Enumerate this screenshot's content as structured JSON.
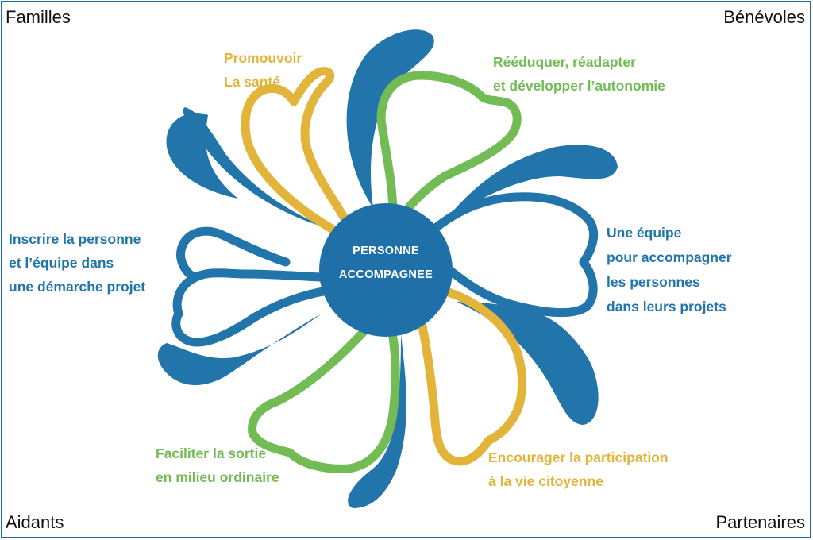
{
  "corners": {
    "top_left": "Familles",
    "top_right": "Bénévoles",
    "bottom_left": "Aidants",
    "bottom_right": "Partenaires"
  },
  "center": {
    "line1": "PERSONNE",
    "line2": "ACCOMPAGNEE",
    "color": "#1f6fa8"
  },
  "petals": {
    "promouvoir": {
      "lines": [
        "Promouvoir",
        "La santé"
      ],
      "color": "#e2b43a"
    },
    "reeduquer": {
      "lines": [
        "Rééduquer, réadapter",
        "et développer l’autonomie"
      ],
      "color": "#72bb55"
    },
    "equipe": {
      "lines": [
        "Une équipe",
        "pour accompagner",
        "les personnes",
        "dans leurs projets"
      ],
      "color": "#2275ab"
    },
    "participation": {
      "lines": [
        "Encourager la participation",
        "à la vie citoyenne"
      ],
      "color": "#e2b43a"
    },
    "sortie": {
      "lines": [
        "Faciliter la sortie",
        "en milieu ordinaire"
      ],
      "color": "#72bb55"
    },
    "demarche": {
      "lines": [
        "Inscrire la personne",
        "et l’équipe dans",
        "une démarche projet"
      ],
      "color": "#2275ab"
    }
  },
  "drop_color": "#2275ab"
}
